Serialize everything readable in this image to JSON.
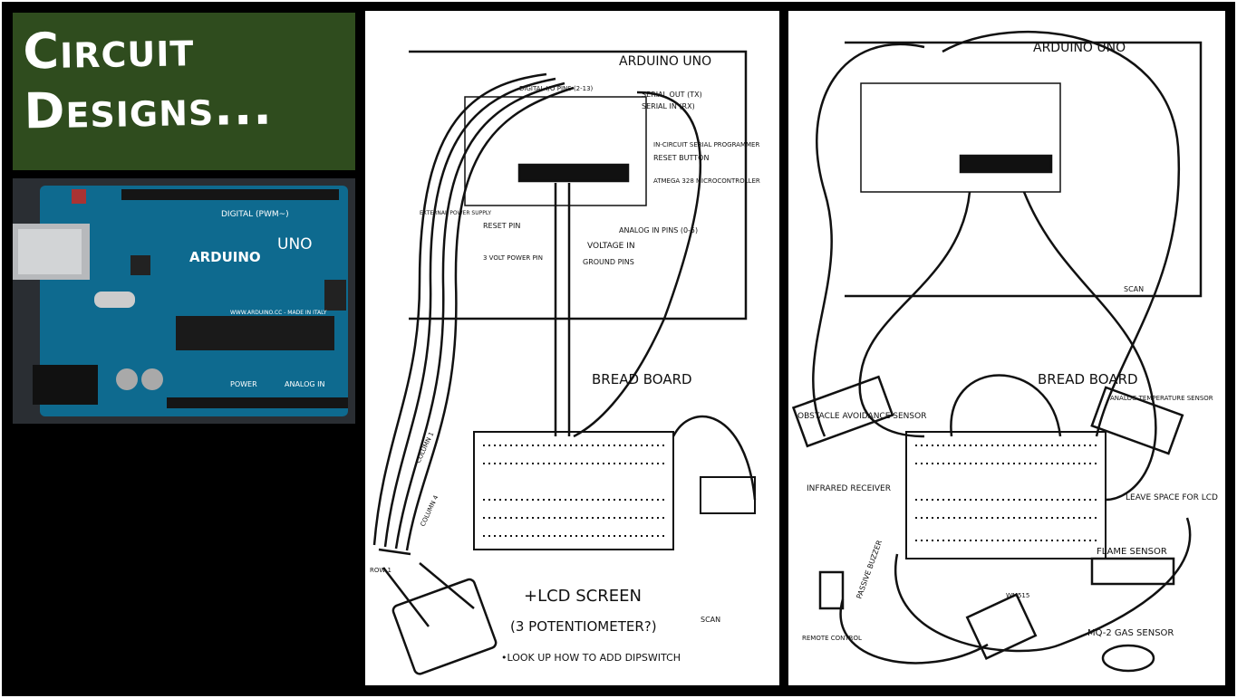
{
  "slide": {
    "title_line1": "Circuit",
    "title_line2": "Designs...",
    "accent": "#2f4c1e"
  },
  "photo": {
    "board_name": "ARDUINO",
    "model": "UNO",
    "digital_label": "DIGITAL (PWM~)",
    "power_label": "POWER",
    "analog_label": "ANALOG IN",
    "website": "WWW.ARDUINO.CC - MADE IN ITALY"
  },
  "sketch_left": {
    "arduino_title": "ARDUINO UNO",
    "labels": [
      "SERIAL OUT (TX)",
      "SERIAL IN (RX)",
      "IN-CIRCUIT SERIAL PROGRAMMER",
      "RESET BUTTON",
      "ATMEGA 328 MICROCONTROLLER",
      "ANALOG IN PINS (0-5)",
      "VOLTAGE IN",
      "GROUND PINS",
      "3 VOLT POWER PIN",
      "RESET PIN",
      "EXTERNAL POWER SUPPLY",
      "DIGITAL I/O PINS (2-13)"
    ],
    "breadboard_title": "BREAD BOARD",
    "keypad_labels": [
      "COLUMN 1",
      "COLUMN 4",
      "ROW 1"
    ],
    "note1": "+LCD SCREEN",
    "note2": "(3 POTENTIOMETER?)",
    "note3": "•LOOK UP HOW TO ADD DIPSWITCH",
    "scan": "SCAN"
  },
  "sketch_right": {
    "arduino_title": "ARDUINO UNO",
    "breadboard_title": "BREAD BOARD",
    "sensors": [
      "OBSTACLE AVOIDANCE SENSOR",
      "INFRARED RECEIVER",
      "PASSIVE BUZZER",
      "REMOTE CONTROL",
      "ANALOG TEMPERATURE SENSOR",
      "LEAVE SPACE FOR LCD",
      "FLAME SENSOR",
      "MQ-2 GAS SENSOR",
      "WM515"
    ],
    "scan": "SCAN"
  }
}
